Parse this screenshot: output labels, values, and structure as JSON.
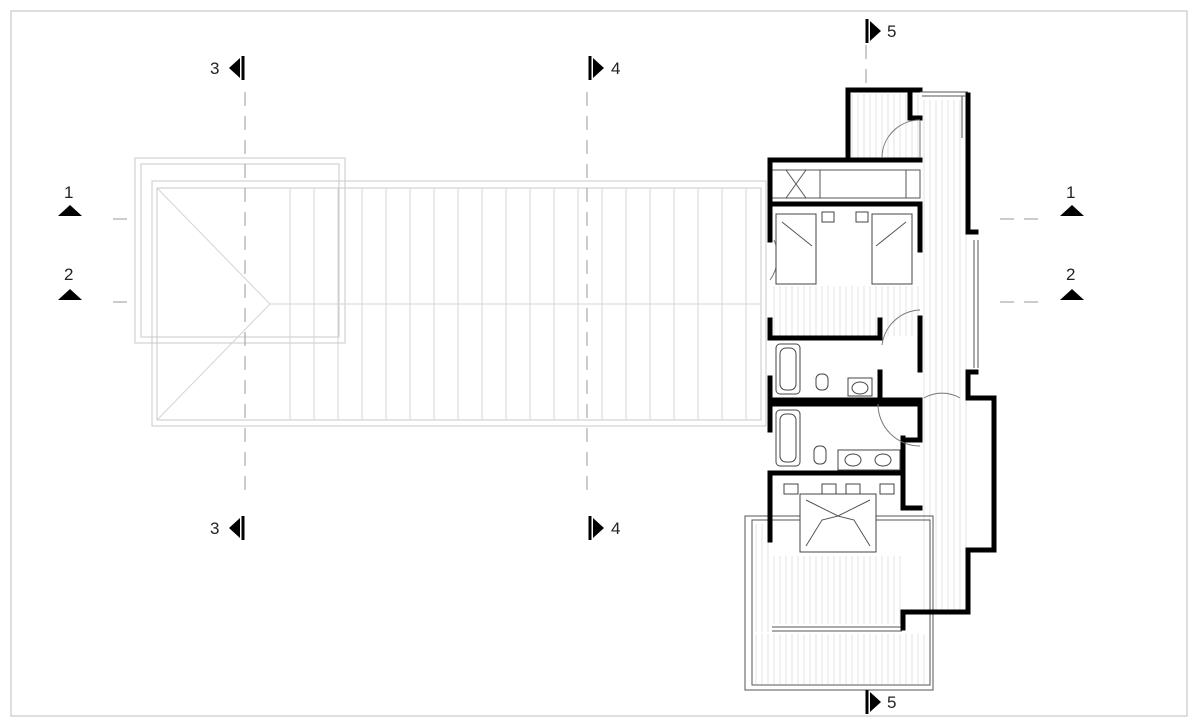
{
  "sections": [
    {
      "id": "1",
      "label": "1",
      "marker": "triangle-up"
    },
    {
      "id": "2",
      "label": "2",
      "marker": "triangle-up"
    },
    {
      "id": "3",
      "label": "3",
      "marker": "triangle-left"
    },
    {
      "id": "4",
      "label": "4",
      "marker": "triangle-right"
    },
    {
      "id": "5",
      "label": "5",
      "marker": "triangle-right"
    }
  ],
  "colors": {
    "walls": "#000000",
    "roof_lines": "#c8c8c8",
    "frame": "#bdbdbd",
    "section_lines": "#9a9a9a"
  }
}
